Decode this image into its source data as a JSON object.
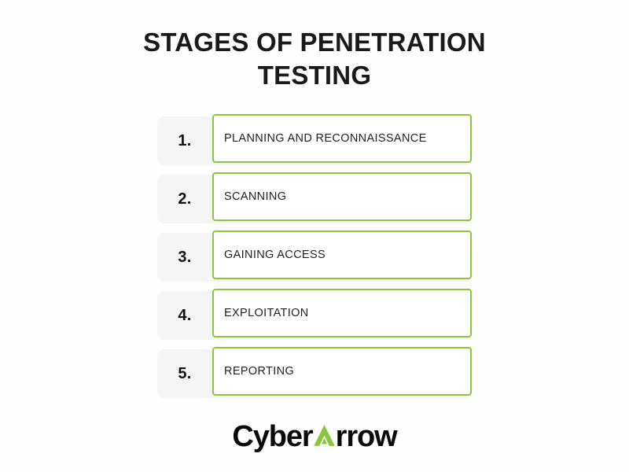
{
  "page": {
    "background_color": "#FEFEFE",
    "accent_green": "#8CC63E",
    "panel_gray": "#F5F5F5",
    "text_color": "#1A1A1A"
  },
  "header": {
    "title": "STAGES OF PENETRATION TESTING",
    "title_line_1": "STAGES OF PENETRATION",
    "title_line_2": "TESTING"
  },
  "stages": [
    {
      "number": "1.",
      "label": "PLANNING AND RECONNAISSANCE"
    },
    {
      "number": "2.",
      "label": "SCANNING"
    },
    {
      "number": "3.",
      "label": "GAINING ACCESS"
    },
    {
      "number": "4.",
      "label": "EXPLOITATION"
    },
    {
      "number": "5.",
      "label": "REPORTING"
    }
  ],
  "logo": {
    "text_before": "Cyber",
    "letter_a": "A",
    "text_after": "rrow",
    "full_text": "CyberArrow",
    "a_icon": "green-triangle-a-icon",
    "a_color": "#8CC63E",
    "text_color": "#0A0A0A"
  }
}
